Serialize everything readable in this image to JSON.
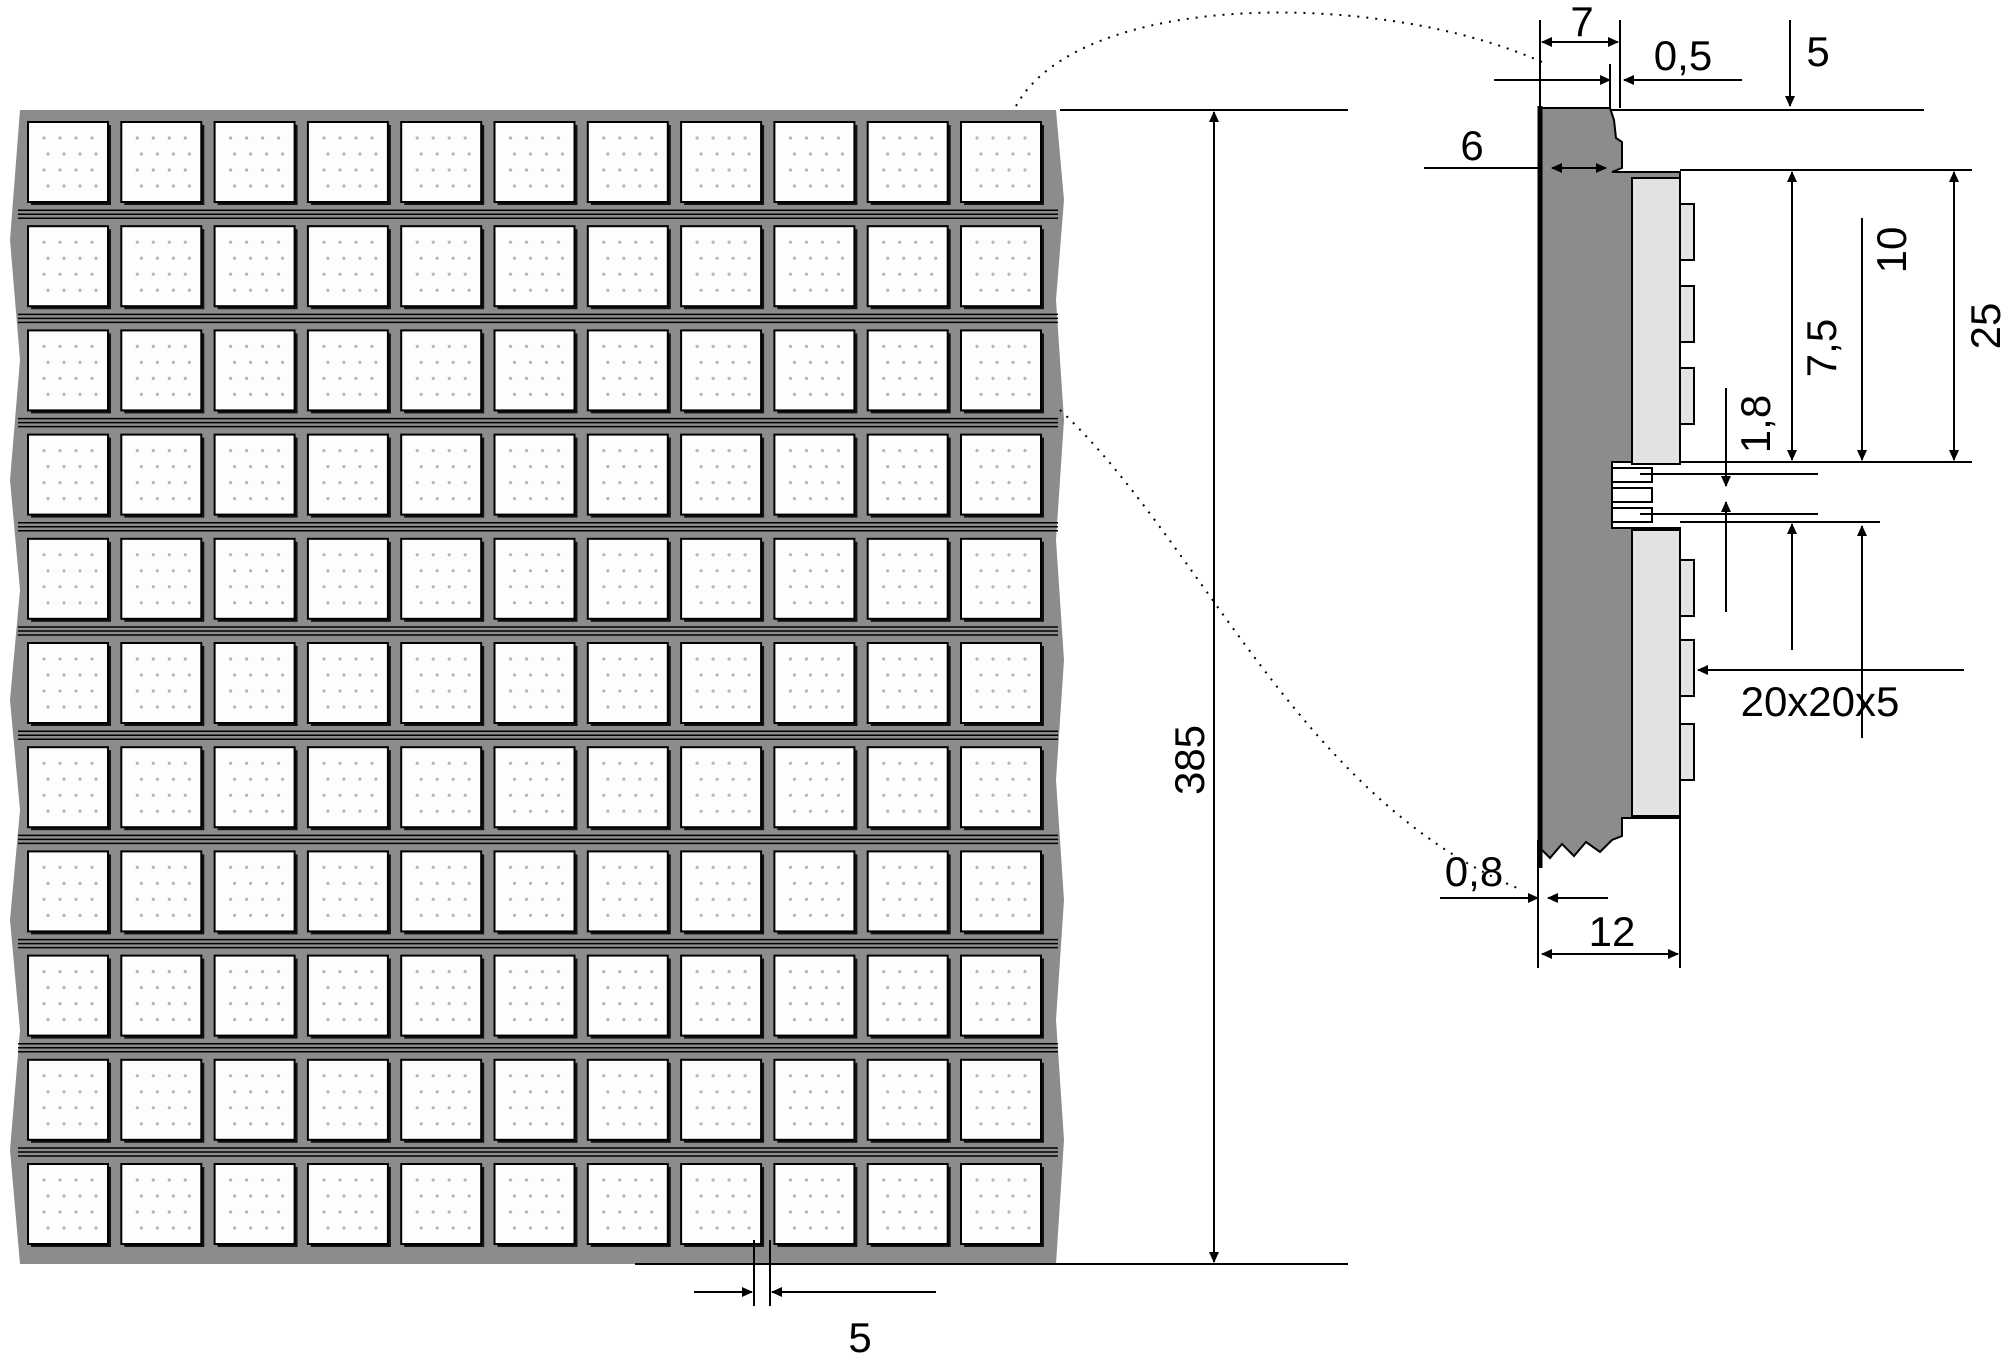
{
  "grid": {
    "rows": 11,
    "cols": 11
  },
  "colors": {
    "panel": "#8c8c8c",
    "section": "#8c8c8c",
    "tile_fill": "#fdfdfd",
    "tile_light": "#dedede",
    "dot": "#b5b5b5",
    "line": "#000000"
  },
  "dimensions": {
    "panel_height": "385",
    "gap": "5",
    "section_width": "7",
    "offset_top": "0,5",
    "offset_right": "5",
    "base_thickness": "6",
    "rib_height": "10",
    "rib_depth": "7,5",
    "pitch": "25",
    "groove": "1,8",
    "tile_size": "20x20x5",
    "backing": "0,8",
    "total_thickness": "12"
  }
}
